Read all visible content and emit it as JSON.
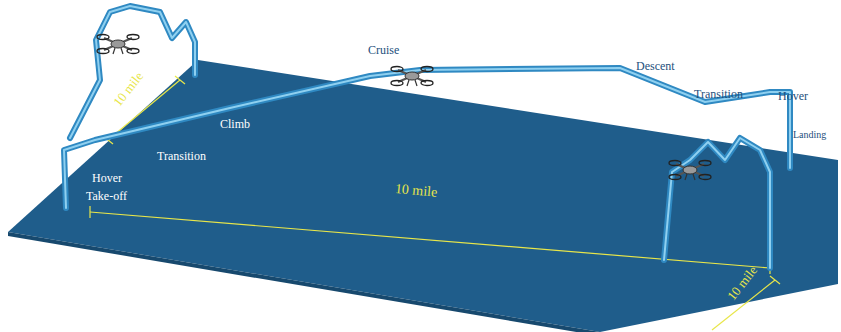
{
  "diagram": {
    "labels": [
      "Cruise",
      "Descent",
      "Transition",
      "Hover",
      "Landing",
      "Climb",
      "Transition",
      "Hover",
      "Take-off",
      "10 mile",
      "10 mile",
      "10 mile"
    ]
  }
}
